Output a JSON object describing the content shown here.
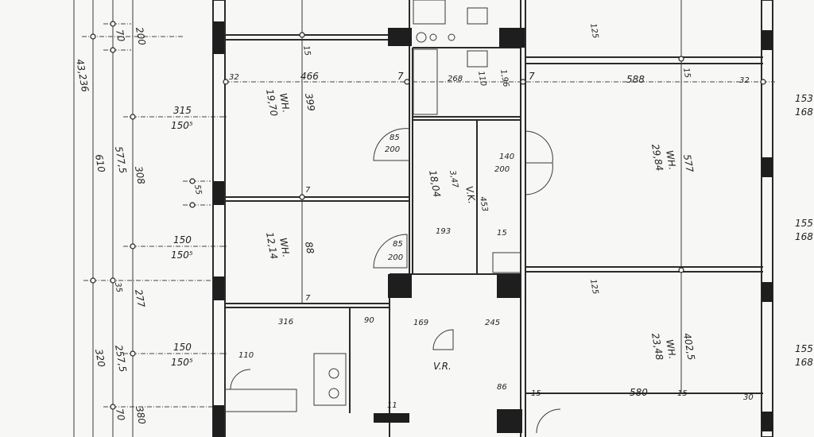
{
  "drawing": {
    "overall_dimension": "43,236",
    "left_dims": [
      "610",
      "577,5",
      "308",
      "70",
      "200",
      "320",
      "257,5",
      "277",
      "35",
      "70",
      "380"
    ],
    "window_dims": [
      {
        "top": "315",
        "bottom": "150⁵"
      },
      {
        "top": "150",
        "bottom": "150⁵"
      },
      {
        "top": "150",
        "bottom": "150⁵"
      }
    ],
    "pier_dim": "55",
    "rooms": [
      {
        "code": "WH.",
        "area": "19,70"
      },
      {
        "code": "WH.",
        "area": "12,14"
      },
      {
        "code": "V.K.",
        "area": "18,04"
      },
      {
        "code": "WH.",
        "area": "29,84"
      },
      {
        "code": "WH.",
        "area": "23,48"
      },
      {
        "code": "V.R.",
        "area": ""
      }
    ],
    "dims": {
      "d32a": "32",
      "d466": "466",
      "d15a": "15",
      "d7a": "7",
      "d399": "399",
      "d7b": "7",
      "d88": "88",
      "d7c": "7",
      "d316": "316",
      "d110a": "110",
      "d268": "268",
      "d110b": "110",
      "d196": "1,96",
      "d347": "3,47",
      "d453": "453",
      "d193": "193",
      "d15b": "15",
      "d7d": "7",
      "d588": "588",
      "d15c": "15",
      "d32b": "32",
      "d577": "577",
      "d125a": "125",
      "d125b": "125",
      "d4025": "402,5",
      "d580": "580",
      "d15d": "15",
      "d15e": "15",
      "d30": "30",
      "d90": "90",
      "d169": "169",
      "d245": "245",
      "d11": "11",
      "d86": "86"
    },
    "doors": [
      {
        "top": "85",
        "bottom": "200"
      },
      {
        "top": "85",
        "bottom": "200"
      },
      {
        "top": "140",
        "bottom": "200"
      }
    ],
    "right_windows": [
      {
        "top": "153",
        "bottom": "168"
      },
      {
        "top": "155",
        "bottom": "168"
      },
      {
        "top": "155",
        "bottom": "168"
      }
    ]
  }
}
